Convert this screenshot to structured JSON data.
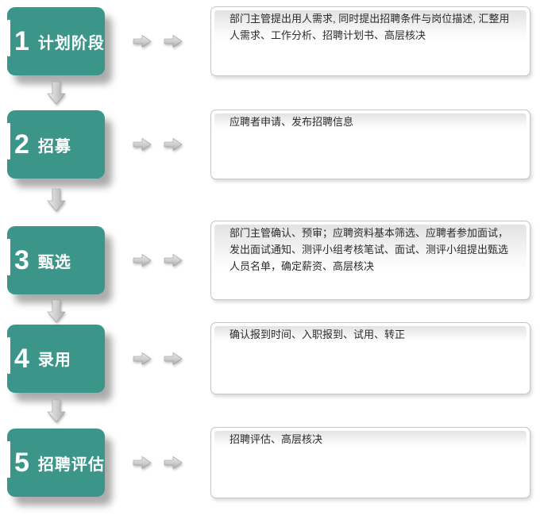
{
  "flow": {
    "stages": [
      {
        "number": "1",
        "label": "计划阶段",
        "description": "部门主管提出用人需求, 同时提出招聘条件与岗位描述, 汇整用人需求、工作分析、招聘计划书、高层核决"
      },
      {
        "number": "2",
        "label": "招募",
        "description": "应聘者申请、发布招聘信息"
      },
      {
        "number": "3",
        "label": "甄选",
        "description": "部门主管确认、预审；应聘资料基本筛选、应聘者参加面试，发出面试通知、测评小组考核笔试、面试、测评小组提出甄选人员名单，确定薪资、高层核决"
      },
      {
        "number": "4",
        "label": "录用",
        "description": "确认报到时间、入职报到、试用、转正"
      },
      {
        "number": "5",
        "label": "招聘评估",
        "description": "招聘评估、高层核决"
      }
    ]
  },
  "icons": {
    "stage_to_description": "arrow-right-icon",
    "next_stage": "arrow-down-icon"
  },
  "colors": {
    "stage_box": "#3b9589",
    "stage_text": "#ffffff",
    "arrow_light": "#e9e9e9",
    "arrow_dark": "#aeaeae",
    "desc_border": "#c6c6c6",
    "desc_gradient_top": "#e2e2e2",
    "desc_text": "#2b2b2b"
  }
}
